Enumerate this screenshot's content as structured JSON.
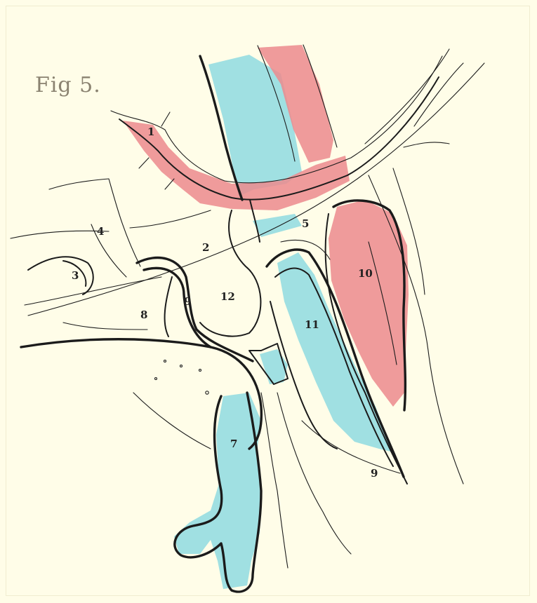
{
  "figure": {
    "title": "Fig 5.",
    "labels": [
      "1",
      "2",
      "3",
      "4",
      "5",
      "7",
      "8",
      "9",
      "9",
      "10",
      "11",
      "12"
    ]
  },
  "colors": {
    "paper": "#fffde8",
    "artery_red": "#ec8a8d",
    "vein_blue": "#8fdbe0",
    "ink": "#1b1b1b"
  }
}
